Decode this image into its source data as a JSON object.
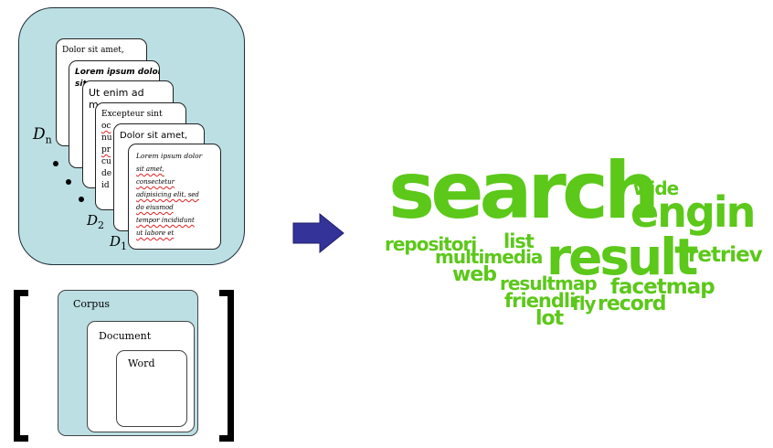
{
  "corpus_stack": {
    "label_n": "D",
    "label_n_sub": "n",
    "label_2": "D",
    "label_2_sub": "2",
    "label_1": "D",
    "label_1_sub": "1",
    "documents": [
      {
        "lines": [
          "Dolor sit amet,"
        ]
      },
      {
        "lines": [
          "Lorem ipsum dolor",
          "sit"
        ]
      },
      {
        "lines": [
          "Ut enim ad",
          "m"
        ]
      },
      {
        "lines": [
          "Excepteur sint",
          "oc",
          "nu",
          "pr",
          "cu",
          "de",
          "id"
        ]
      },
      {
        "lines": [
          "Dolor sit amet,"
        ]
      },
      {
        "lines": [
          "Lorem ipsum dolor",
          "sit amet,",
          "consectetur",
          "adipisicing elit, sed",
          "do eiusmod",
          "tempor incididunt",
          "ut labore et"
        ]
      }
    ]
  },
  "hierarchy": {
    "corpus": "Corpus",
    "document": "Document",
    "word": "Word"
  },
  "arrow": {
    "color": "#33339a"
  },
  "word_cloud": {
    "color": "#5cc81a",
    "words": [
      "search",
      "engin",
      "wide",
      "result",
      "repositori",
      "list",
      "retriev",
      "multimedia",
      "web",
      "resultmap",
      "facetmap",
      "friendli",
      "fly",
      "record",
      "lot"
    ]
  }
}
